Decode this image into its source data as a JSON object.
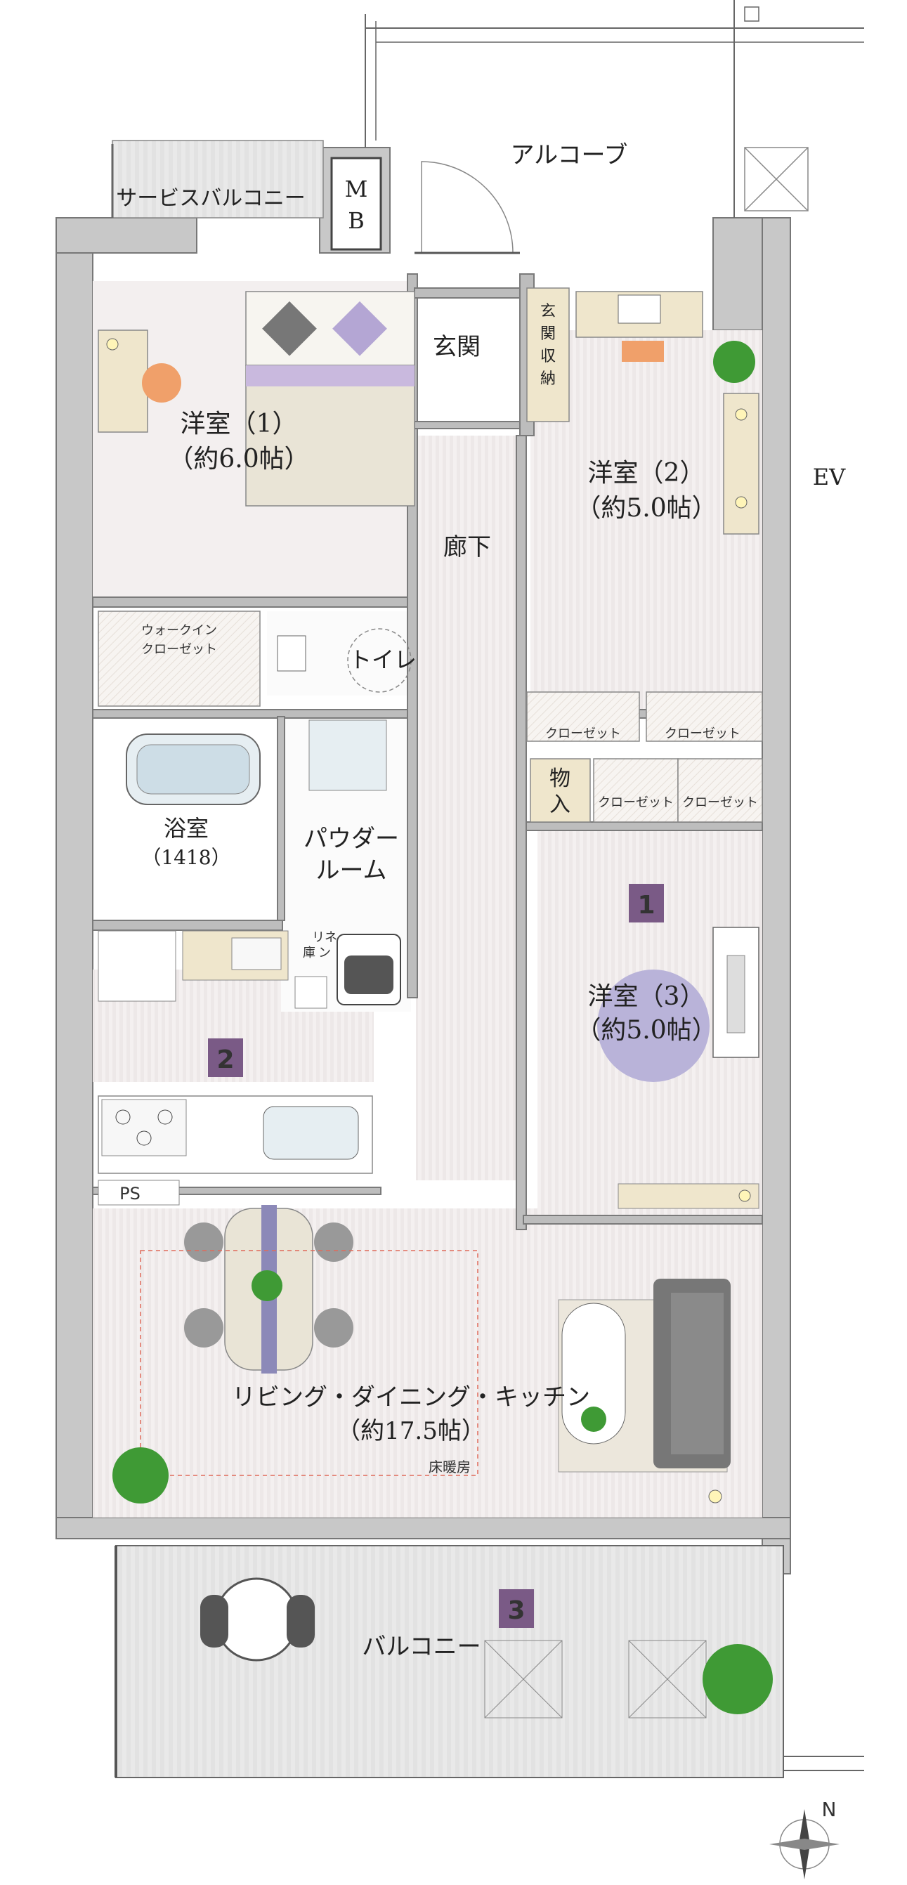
{
  "labels": {
    "alcove": "アルコーブ",
    "service_balcony": "サービスバルコニー",
    "mb_top": "M",
    "mb_bottom": "B",
    "entrance": "玄関",
    "entrance_storage": [
      "玄",
      "関",
      "収",
      "納"
    ],
    "ev": "EV",
    "corridor": "廊下",
    "toilet": "トイレ",
    "walkin_closet_line1": "ウォークイン",
    "walkin_closet_line2": "クローゼット",
    "closet": "クローゼット",
    "storage_line1": "物",
    "storage_line2": "入",
    "bath_line1": "浴室",
    "bath_line2": "（1418）",
    "powder_line1": "パウダー",
    "powder_line2": "ルーム",
    "linen_line1": "リネ",
    "linen_line2": "ン",
    "linen_line3": "庫",
    "ps": "PS",
    "ldk_line1": "リビング・ダイニング・キッチン",
    "ldk_line2": "（約17.5帖）",
    "floor_heating": "床暖房",
    "balcony": "バルコニー",
    "compass_n": "N"
  },
  "rooms": {
    "room1": {
      "line1": "洋室（1）",
      "line2": "（約6.0帖）"
    },
    "room2": {
      "line1": "洋室（2）",
      "line2": "（約5.0帖）"
    },
    "room3": {
      "line1": "洋室（3）",
      "line2": "（約5.0帖）"
    }
  },
  "markers": [
    "1",
    "2",
    "3"
  ],
  "colors": {
    "wall": "#c8c8c8",
    "floor": "#f3efef",
    "marker": "#7a5a86",
    "bed": "#c9b9de",
    "rug": "#b9b3d9",
    "plant": "#3f9a35",
    "heating": "#e06a5a"
  }
}
